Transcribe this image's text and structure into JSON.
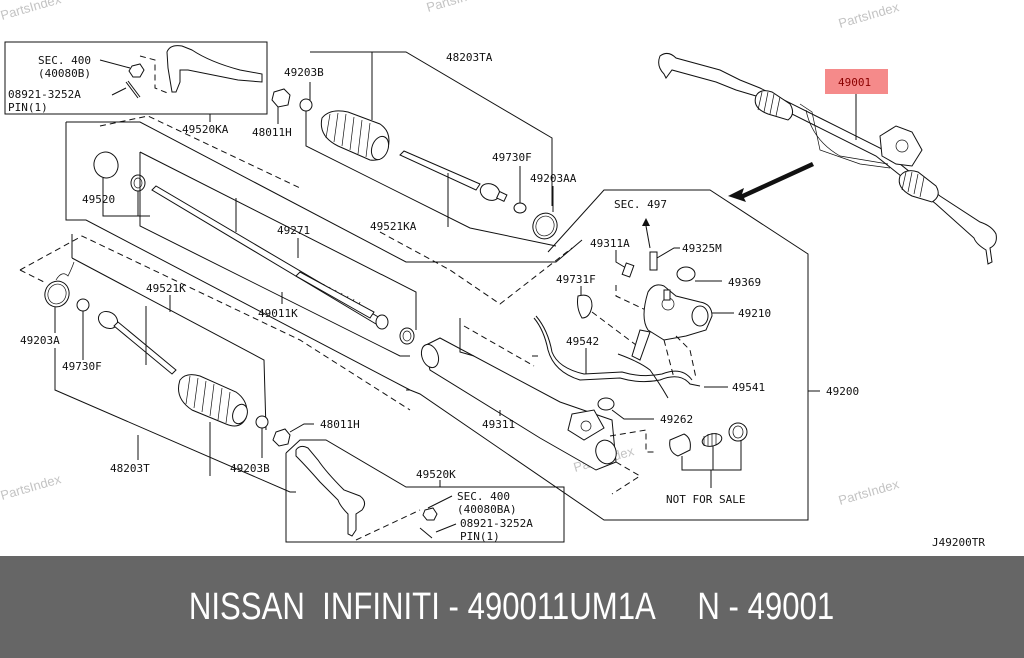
{
  "watermark": "PartsIndex",
  "highlight": {
    "label": "49001",
    "color": "#f58a8a",
    "text_color": "#8b0000"
  },
  "diagram_code": "J49200TR",
  "labels": {
    "sec400_top": "SEC. 400",
    "sec400_top_ref": "(40080B)",
    "pin_top_part": "08921-3252A",
    "pin_top_qty": "PIN(1)",
    "tie_rod_end_outer_a": "49520KA",
    "lock_nut_a": "48011H",
    "clamp_b_top": "49203B",
    "boot_kit_a": "48203TA",
    "inner_socket_a": "49521KA",
    "washer_a": "49730F",
    "clamp_a_top": "49203AA",
    "boot_49520": "49520",
    "rack_49271": "49271",
    "rack_49011k": "49011K",
    "inner_socket_b": "49521K",
    "clamp_a_left": "49203A",
    "washer_b": "49730F",
    "boot_kit_b": "48203T",
    "clamp_b_bottom": "49203B",
    "lock_nut_b": "48011H",
    "tie_rod_end_outer_b": "49520K",
    "sec400_bottom": "SEC. 400",
    "sec400_bottom_ref": "(40080BA)",
    "pin_bottom_part": "08921-3252A",
    "pin_bottom_qty": "PIN(1)",
    "sec497": "SEC. 497",
    "bolt_49311a": "49311A",
    "sensor_49325m": "49325M",
    "cap_49369": "49369",
    "clip_49731f": "49731F",
    "valve_49210": "49210",
    "tube_49542": "49542",
    "tube_49541": "49541",
    "gear_assy_49200": "49200",
    "housing_49311": "49311",
    "oring_49262": "49262",
    "not_for_sale": "NOT FOR SALE"
  },
  "footer": {
    "brand": "NISSAN  INFINITI",
    "sep1": " - ",
    "part_number": "490011UM1A",
    "gap": "     ",
    "prefix": "N",
    "sep2": " - ",
    "ref": "49001"
  }
}
